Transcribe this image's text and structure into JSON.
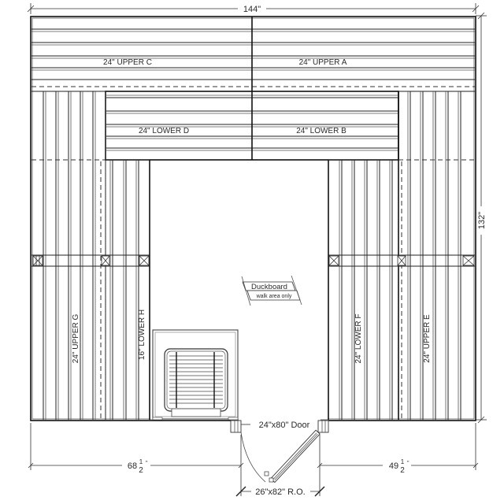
{
  "drawing": {
    "type": "sauna floor plan",
    "background": "#ffffff",
    "line_color": "#222222"
  },
  "dimensions": {
    "overall_width": "144\"",
    "overall_depth": "132\"",
    "left_wall_to_door": "68",
    "left_wall_to_door_frac_num": "1",
    "left_wall_to_door_frac_den": "2",
    "left_wall_to_door_unit": "\"",
    "door_to_right_wall": "49",
    "door_to_right_wall_frac_num": "1",
    "door_to_right_wall_frac_den": "2",
    "door_to_right_wall_unit": "\"",
    "door_size": "24\"x80\" Door",
    "rough_opening": "26\"x82\" R.O."
  },
  "benches": {
    "upper_c": "24\" UPPER C",
    "upper_a": "24\" UPPER A",
    "lower_d": "24\" LOWER D",
    "lower_b": "24\" LOWER B",
    "upper_g": "24\" UPPER G",
    "lower_h": "16\" LOWER H",
    "lower_f": "24\" LOWER F",
    "upper_e": "24\" UPPER E"
  },
  "floor": {
    "duckboard_title": "Duckboard",
    "duckboard_note": "walk area only"
  },
  "heater": {
    "name": "heater-with-guard"
  }
}
